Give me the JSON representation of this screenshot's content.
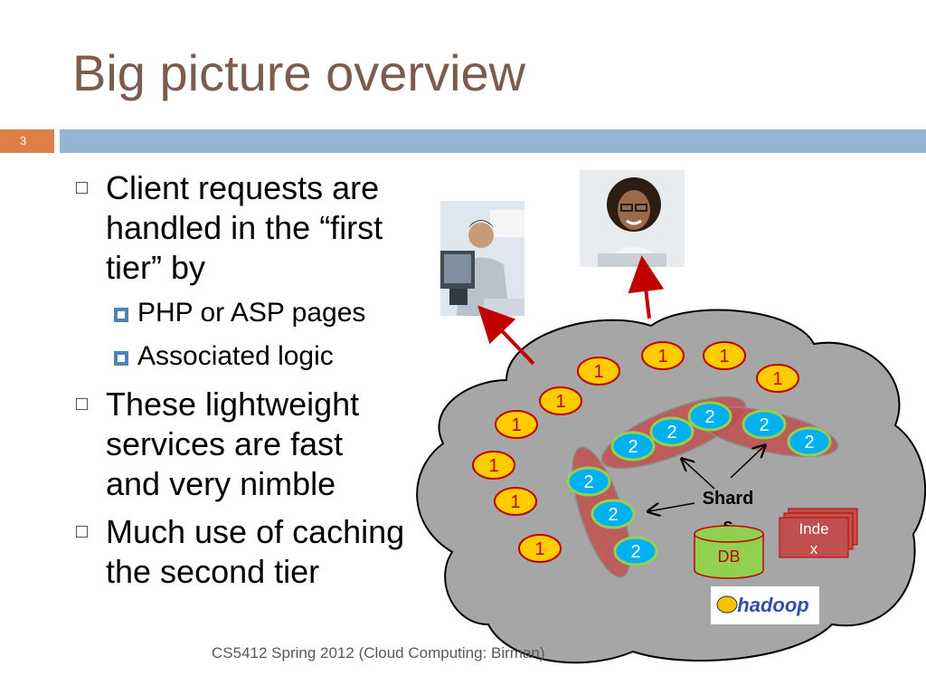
{
  "slide": {
    "title": "Big picture overview",
    "number": "3",
    "footer": "CS5412 Spring 2012 (Cloud Computing: Birman)"
  },
  "bullets": [
    {
      "lines": [
        "Client requests are",
        "handled in the “first",
        "tier” by"
      ],
      "sub": [
        "PHP or ASP pages",
        "Associated logic"
      ]
    },
    {
      "lines": [
        "These lightweight",
        "services are fast",
        "and very nimble"
      ]
    },
    {
      "lines": [
        "Much use of caching",
        "the second tier"
      ]
    }
  ],
  "diagram": {
    "tier1_label": "1",
    "tier2_label": "2",
    "shards_label_line1": "Shard",
    "shards_label_line2": "s",
    "db_label": "DB",
    "index_label_line1": "Inde",
    "index_label_line2": "x",
    "hadoop_logo_text": "hadoop"
  },
  "colors": {
    "title": "#7a5d4e",
    "accent_orange": "#dd8047",
    "header_blue": "#94b6d2",
    "cloud_fill": "#a6a6a6",
    "tier1_fill": "#ffcc00",
    "tier2_fill": "#00b0f0",
    "shard_fill": "#c0504d",
    "db_fill": "#92d050",
    "arrow_red": "#c00000"
  }
}
